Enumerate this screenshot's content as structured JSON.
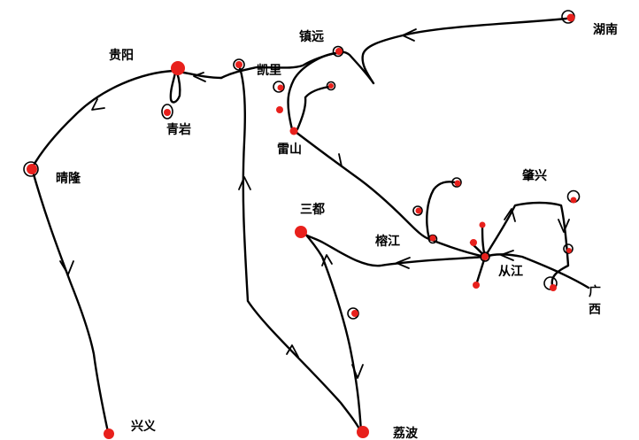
{
  "labels": {
    "hunan": "湖南",
    "zhenyuan": "镇远",
    "guiyang": "贵阳",
    "kaili": "凯里",
    "qingyan": "青岩",
    "leishan": "雷山",
    "qinglong": "晴隆",
    "zhaoxing": "肇兴",
    "sandu": "三都",
    "rongjiang": "榕江",
    "congjiang": "从江",
    "guangxi_1": "广",
    "guangxi_2": "西",
    "xingyi": "兴义",
    "libo": "荔波"
  },
  "colors": {
    "route": "#000000",
    "marker": "#e8201c",
    "background": "#ffffff"
  }
}
